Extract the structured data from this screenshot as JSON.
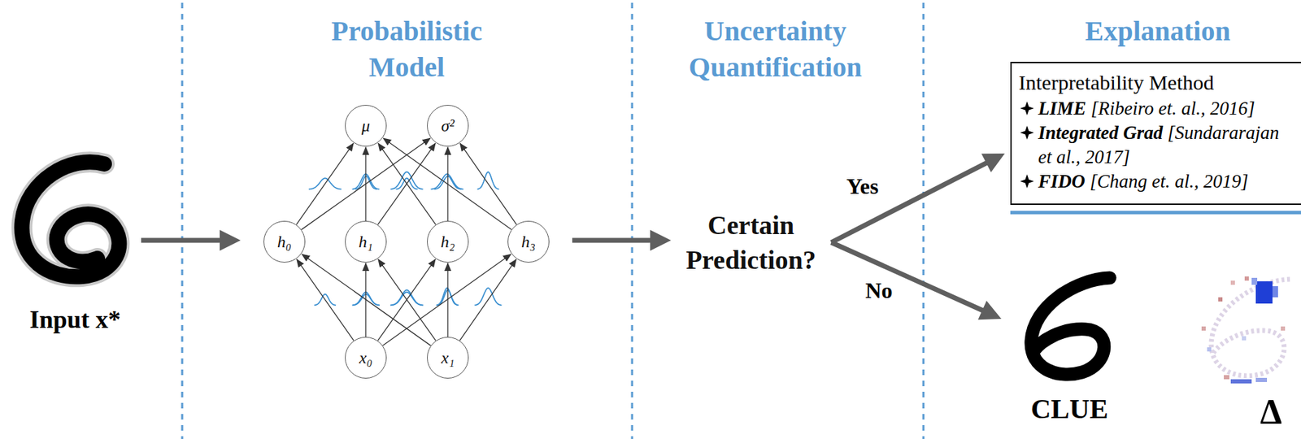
{
  "diagram": {
    "nodes": [
      {
        "text": [
          "μ"
        ]
      },
      {
        "text": [
          "σ²"
        ]
      },
      {
        "text": [
          "h₀"
        ]
      },
      {
        "text": [
          "h₁"
        ]
      },
      {
        "text": [
          "h₂"
        ]
      },
      {
        "text": [
          "h₃"
        ]
      },
      {
        "text": [
          "x₀"
        ]
      },
      {
        "text": [
          "x₁"
        ]
      },
      {
        "text": [
          "Certain Prediction?"
        ]
      },
      {
        "text": [
          "Interpretability Method",
          "LIME",
          "[Ribeiro et. al., 2016]",
          "Integrated Grad",
          "[Sundararajan et al., 2017]",
          "FIDO",
          "[Chang et. al., 2019]"
        ]
      },
      {
        "text": [
          "CLUE"
        ]
      }
    ],
    "edges": [
      {
        "from": 6,
        "to": 2,
        "arrow": "to"
      },
      {
        "from": 6,
        "to": 3,
        "arrow": "to"
      },
      {
        "from": 6,
        "to": 4,
        "arrow": "to"
      },
      {
        "from": 6,
        "to": 5,
        "arrow": "to"
      },
      {
        "from": 7,
        "to": 2,
        "arrow": "to"
      },
      {
        "from": 7,
        "to": 3,
        "arrow": "to"
      },
      {
        "from": 7,
        "to": 4,
        "arrow": "to"
      },
      {
        "from": 7,
        "to": 5,
        "arrow": "to"
      },
      {
        "from": 2,
        "to": 0,
        "arrow": "to"
      },
      {
        "from": 2,
        "to": 1,
        "arrow": "to"
      },
      {
        "from": 3,
        "to": 0,
        "arrow": "to"
      },
      {
        "from": 3,
        "to": 1,
        "arrow": "to"
      },
      {
        "from": 4,
        "to": 0,
        "arrow": "to"
      },
      {
        "from": 4,
        "to": 1,
        "arrow": "to"
      },
      {
        "from": 5,
        "to": 0,
        "arrow": "to"
      },
      {
        "from": 5,
        "to": 1,
        "arrow": "to"
      },
      {
        "from": 8,
        "to": 9,
        "arrow": "to",
        "label": "Yes"
      },
      {
        "from": 8,
        "to": 10,
        "arrow": "to",
        "label": "No"
      }
    ],
    "labels": [
      "Probabilistic Model",
      "Uncertainty Quantification",
      "Explanation",
      "Input x*",
      "Δ"
    ]
  }
}
